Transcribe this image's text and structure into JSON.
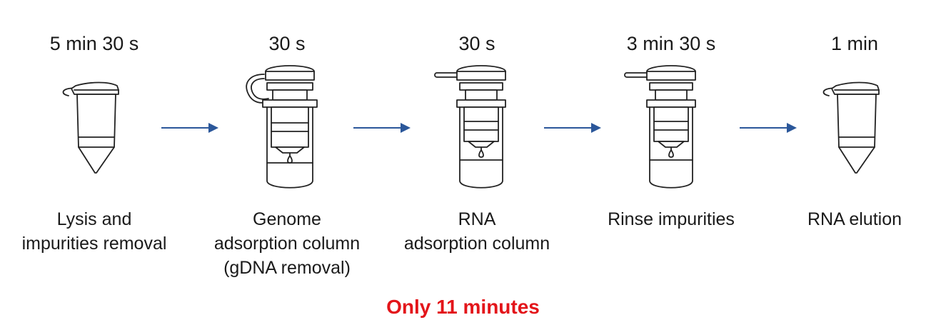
{
  "steps": [
    {
      "time": "5 min 30 s",
      "label": "Lysis and\nimpurities removal",
      "icon": "microcentrifuge-tube-icon"
    },
    {
      "time": "30 s",
      "label": "Genome\nadsorption column\n(gDNA removal)",
      "icon": "spin-column-with-lid-icon"
    },
    {
      "time": "30 s",
      "label": "RNA\nadsorption column",
      "icon": "spin-column-icon"
    },
    {
      "time": "3 min 30 s",
      "label": "Rinse impurities",
      "icon": "spin-column-icon"
    },
    {
      "time": "1 min",
      "label": "RNA elution",
      "icon": "microcentrifuge-tube-icon"
    }
  ],
  "summary": "Only 11 minutes",
  "colors": {
    "arrow": "#2b579a",
    "summary": "#e3151a",
    "text": "#1a1a1a"
  },
  "arrow_icon": "right-arrow-icon"
}
